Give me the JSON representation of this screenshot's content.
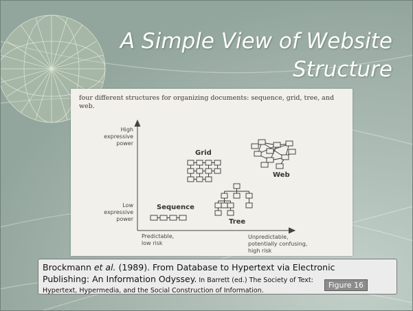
{
  "slide": {
    "title_line1": "A Simple View of Website",
    "title_line2": "Structure"
  },
  "figure": {
    "caption_line1": "four different structures for organizing documents:  sequence, grid, tree, and",
    "caption_line2": "web.",
    "y_high_line1": "High",
    "y_high_line2": "expressive",
    "y_high_line3": "power",
    "y_low_line1": "Low",
    "y_low_line2": "expressive",
    "y_low_line3": "power",
    "x_left_line1": "Predictable,",
    "x_left_line2": "low risk",
    "x_right_line1": "Unpredictable,",
    "x_right_line2": "potentially confusing,",
    "x_right_line3": "high risk",
    "label_sequence": "Sequence",
    "label_grid": "Grid",
    "label_tree": "Tree",
    "label_web": "Web"
  },
  "citation": {
    "authors": "Brockmann ",
    "et_al": "et al.",
    "year_title": " (1989).  From Database to Hypertext via Electronic",
    "title_cont": "Publishing: An Information Odyssey.",
    "in_part": "  In Barrett (ed.) The Society of Text:",
    "line3": "Hypertext, Hypermedia, and the Social Construction of Information.",
    "figure_label": "Figure 16"
  },
  "colors": {
    "background": "#9fb0a8",
    "title": "#ffffff",
    "citation_box": "#ececec",
    "figure_badge": "#8c8c8c"
  }
}
